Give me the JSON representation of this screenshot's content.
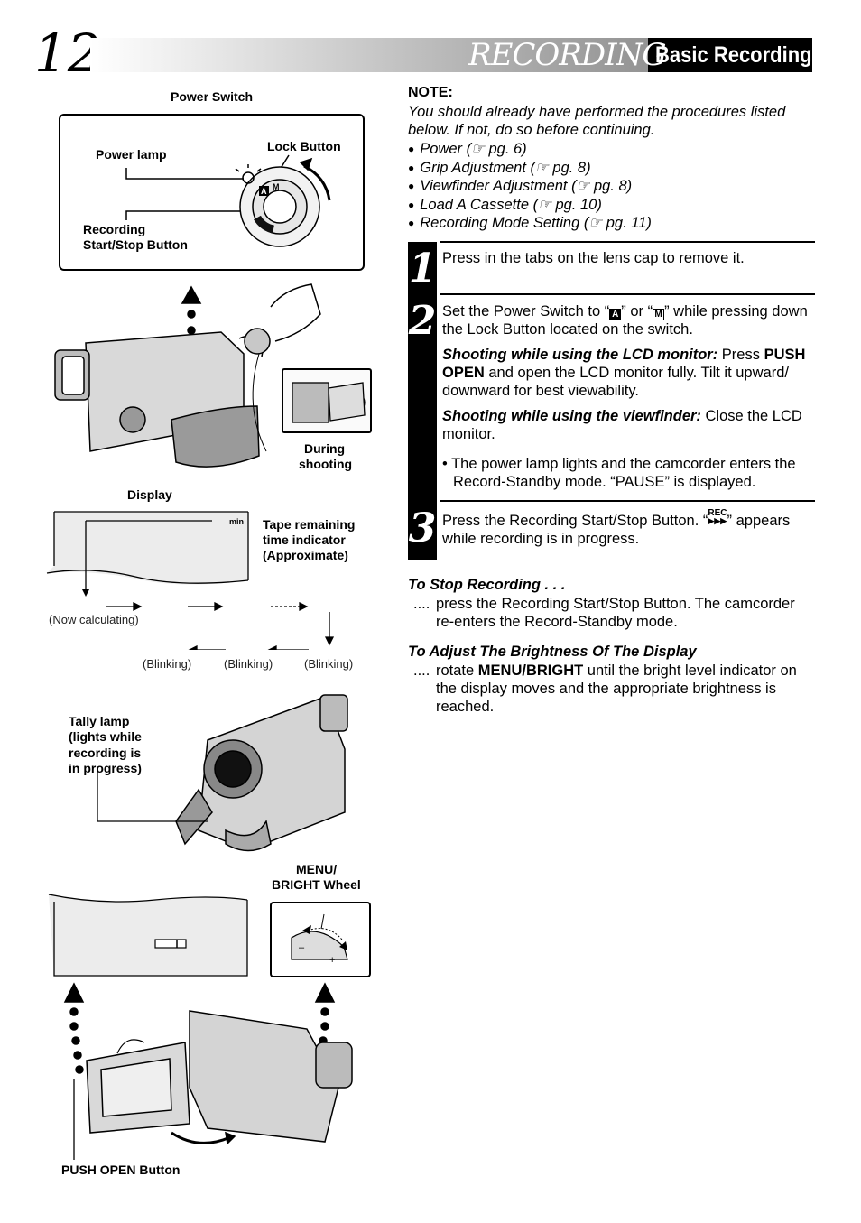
{
  "page_number": "12",
  "header": {
    "section": "RECORDING",
    "subsection": "Basic Recording"
  },
  "illus": {
    "power_switch": "Power Switch",
    "power_lamp": "Power lamp",
    "lock_button": "Lock Button",
    "recording_btn_1": "Recording",
    "recording_btn_2": "Start/Stop Button",
    "switch_a": "A",
    "switch_m": "M",
    "during_1": "During",
    "during_2": "shooting",
    "display": "Display",
    "min": "min",
    "tape_1": "Tape remaining",
    "tape_2": "time indicator",
    "tape_3": "(Approximate)",
    "dash": "– –",
    "now_calc": "(Now calculating)",
    "blinking": "(Blinking)",
    "tally_1": "Tally lamp",
    "tally_2": "(lights while",
    "tally_3": "recording is",
    "tally_4": "in progress)",
    "menu_1": "MENU/",
    "menu_2": "BRIGHT Wheel",
    "minus": "–",
    "plus": "+",
    "push_open": "PUSH OPEN Button"
  },
  "note": {
    "title": "NOTE:",
    "body": "You should already have performed the procedures listed below. If not, do so before continuing.",
    "items": [
      "Power (☞ pg. 6)",
      "Grip Adjustment (☞ pg. 8)",
      "Viewfinder Adjustment (☞ pg. 8)",
      "Load A Cassette (☞ pg. 10)",
      "Recording Mode Setting (☞ pg. 11)"
    ]
  },
  "steps": {
    "s1": {
      "num": "1",
      "text": "Press in the tabs on the lens cap to remove it."
    },
    "s2": {
      "num": "2",
      "text_a": "Set the Power Switch to “",
      "icon_a": "A",
      "text_b": "” or “",
      "icon_m": "M",
      "text_c": "” while pressing down the Lock Button located on the switch.",
      "lcd_head": "Shooting while using the LCD monitor:",
      "lcd_1": " Press ",
      "lcd_push": "PUSH OPEN",
      "lcd_2": " and open the LCD monitor fully. Tilt it upward/ downward for best viewability.",
      "vf_head": "Shooting while using the viewfinder:",
      "vf_text": " Close the LCD monitor.",
      "bullet": "• The power lamp lights and the camcorder enters the Record-Standby mode. “PAUSE” is displayed."
    },
    "s3": {
      "num": "3",
      "text_a": "Press the Recording Start/Stop Button. “",
      "rec": "REC",
      "text_b": "” appears while recording is in progress."
    }
  },
  "stop": {
    "heading": "To Stop Recording . . .",
    "dots": "....",
    "text": "press the Recording Start/Stop Button. The camcorder re-enters the Record-Standby mode."
  },
  "bright": {
    "heading": "To Adjust The Brightness Of The Display",
    "dots": "....",
    "text_a": "rotate ",
    "bold": "MENU/BRIGHT",
    "text_b": " until the bright level indicator on the display moves and the appropriate brightness is reached."
  }
}
